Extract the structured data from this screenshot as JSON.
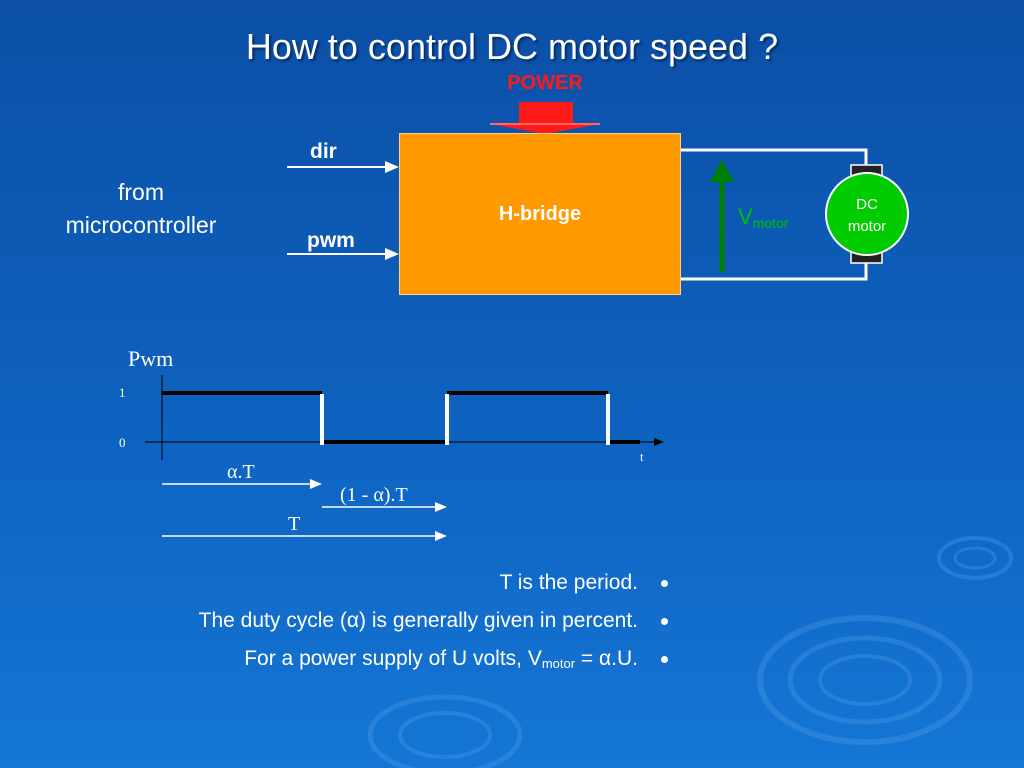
{
  "title": "How to control DC motor speed ?",
  "diagram": {
    "power_label": "POWER",
    "dir_label": "dir",
    "pwm_label": "pwm",
    "source_label_line1": "from",
    "source_label_line2": "microcontroller",
    "hbridge_label": "H-bridge",
    "vmotor_main": "V",
    "vmotor_sub": "motor",
    "motor_line1": "DC",
    "motor_line2": "motor"
  },
  "pwm_plot": {
    "title": "Pwm",
    "tick_high": "1",
    "tick_low": "0",
    "time_axis_label": "t",
    "alpha_t_label": "α.T",
    "low_part_label": "(1 - α).T",
    "period_label": "T"
  },
  "bullets": [
    {
      "text": "T is the period."
    },
    {
      "text": "The duty cycle (α) is generally given in percent."
    },
    {
      "before": "For a power supply of U volts, V",
      "sub": "motor",
      "after": " = α.U."
    }
  ],
  "colors": {
    "background": "#0e62bf",
    "hbridge": "#ff9900",
    "power": "#ff1a1a",
    "vmotor_arrow": "#008000",
    "motor": "#00cc00"
  }
}
